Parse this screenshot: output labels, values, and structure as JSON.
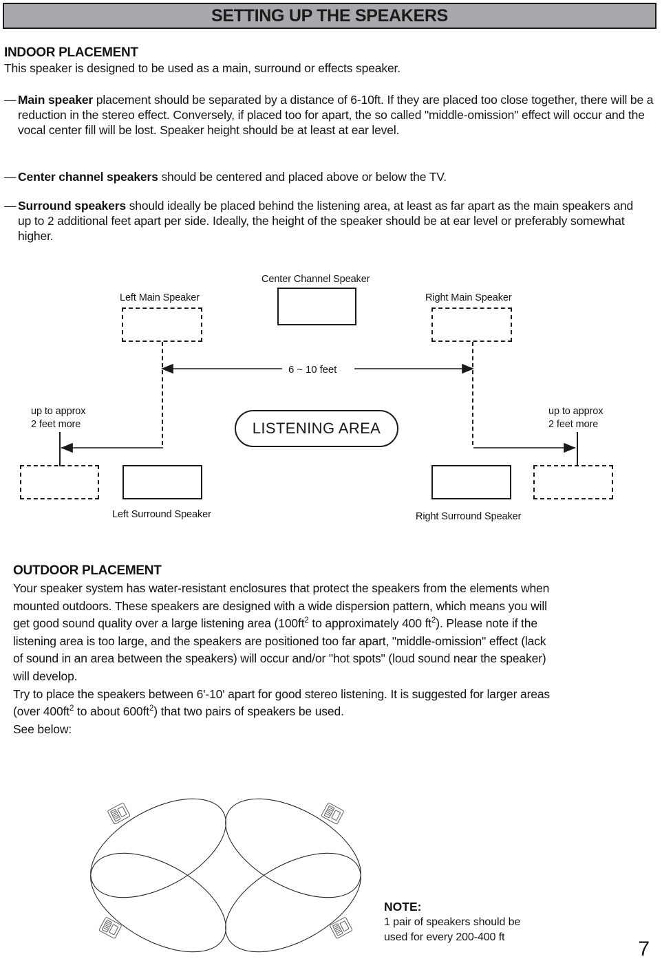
{
  "header": {
    "title": "SETTING UP THE SPEAKERS"
  },
  "indoor": {
    "heading": "INDOOR PLACEMENT",
    "intro": "This speaker is designed to be used as a main, surround or effects speaker.",
    "bullet_marker": "—",
    "bullets": [
      {
        "lead": "Main speaker",
        "text": " placement should be separated by a distance of 6-10ft. If they are placed too close together, there will be a reduction in the stereo effect. Conversely, if placed too for apart, the so called \"middle-omission\" effect will occur and the vocal center fill will be lost. Speaker height should be at least at ear level."
      },
      {
        "lead": "Center channel speakers",
        "text": " should be centered and placed above or below the TV."
      },
      {
        "lead": "Surround speakers",
        "text": " should ideally be placed behind the listening area, at least as far apart as the main speakers and up to 2 additional feet apart per side. Ideally, the height of the speaker should be at ear level or preferably somewhat higher."
      }
    ]
  },
  "diagram": {
    "center_channel_label": "Center Channel Speaker",
    "left_main_label": "Left Main Speaker",
    "right_main_label": "Right Main Speaker",
    "left_surround_label": "Left Surround Speaker",
    "right_surround_label": "Right Surround Speaker",
    "distance_label": "6 ~ 10  feet",
    "left_offset_line1": "up to approx",
    "left_offset_line2": "2 feet more",
    "right_offset_line1": "up to approx",
    "right_offset_line2": "2 feet more",
    "listening_area_label": "LISTENING AREA"
  },
  "outdoor": {
    "heading": "OUTDOOR PLACEMENT",
    "paragraph1_a": "Your speaker system has water-resistant enclosures that protect the speakers from the elements when mounted outdoors. These speakers are designed with a wide dispersion pattern, which means you will get good sound quality over a large listening area (100ft",
    "paragraph1_sup1": "2",
    "paragraph1_b": " to approximately 400 ft",
    "paragraph1_sup2": "2",
    "paragraph1_c": "). Please note if the listening area is too large, and the speakers are positioned too far apart, \"middle-omission\" effect (lack of sound in an area between the speakers) will occur and/or \"hot spots\" (loud sound near the speaker) will develop.",
    "paragraph2_a": "Try to place the speakers between 6'-10' apart for good stereo listening. It is suggested for larger areas (over 400ft",
    "paragraph2_sup1": "2",
    "paragraph2_b": " to about 600ft",
    "paragraph2_sup2": "2",
    "paragraph2_c": ") that two pairs of speakers be used.",
    "paragraph3": "See below:"
  },
  "note": {
    "title": "NOTE:",
    "line1": "1 pair of speakers should be",
    "line2": "used for every 200-400 ft"
  },
  "footer": {
    "page_number": "7"
  },
  "colors": {
    "header_fill": "#a7a9ac",
    "ink": "#1a1a1a",
    "page_background": "#ffffff"
  }
}
